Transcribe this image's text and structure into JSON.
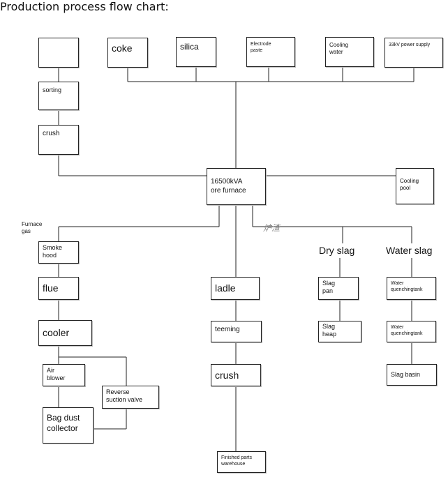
{
  "title": "Production process flow chart:",
  "labels": {
    "top_blank": "",
    "coke": "coke",
    "silica": "silica",
    "electrode_paste": "Electrode\npaste",
    "cooling_water": "Cooling\nwater",
    "power_supply": "33kV power supply",
    "sorting": "sorting",
    "crush_top": "crush",
    "furnace": "16500kVA\nore furnace",
    "cooling_pool": "Cooling\npool",
    "furnace_gas": "Furnace\ngas",
    "slag_cn": "炉渣",
    "smoke_hood": "Smoke\nhood",
    "flue": "flue",
    "cooler": "cooler",
    "air_blower": "Air\nblower",
    "reverse_valve": "Reverse\nsuction valve",
    "bag_dust": "Bag dust\ncollector",
    "ladle": "ladle",
    "teeming": "teeming",
    "crush_mid": "crush",
    "warehouse": "Finished parts\nwarehouse",
    "dry_slag": "Dry slag",
    "water_slag": "Water slag",
    "slag_pan": "Slag\npan",
    "slag_heap": "Slag\nheap",
    "quench_1": "Water\nquenchingtank",
    "quench_2": "Water\nquenchingtank",
    "slag_basin": "Slag basin"
  }
}
